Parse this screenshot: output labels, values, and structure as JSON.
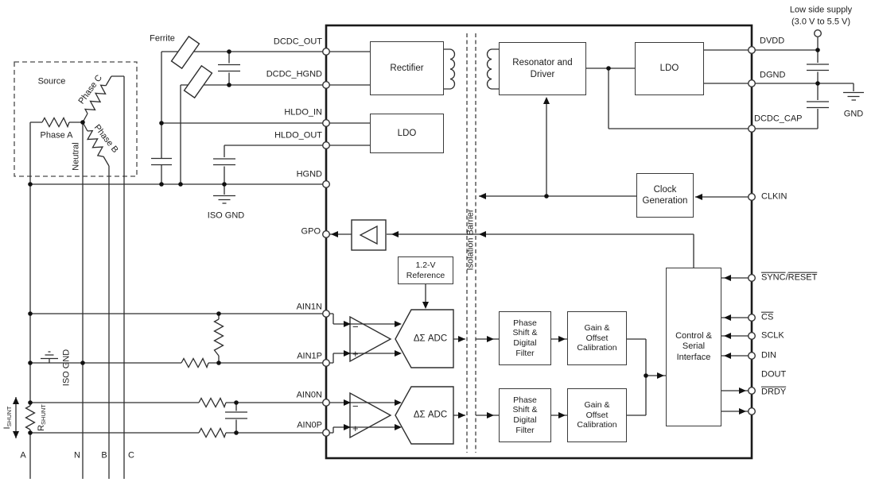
{
  "supply": {
    "line1": "Low side supply",
    "line2": "(3.0 V to 5.5 V)",
    "gnd": "GND"
  },
  "chip": {
    "left_pins": [
      "DCDC_OUT",
      "DCDC_HGND",
      "HLDO_IN",
      "HLDO_OUT",
      "HGND",
      "GPO",
      "AIN1N",
      "AIN1P",
      "AIN0N",
      "AIN0P"
    ],
    "right_pins": {
      "dvdd": "DVDD",
      "dgnd": "DGND",
      "dcdc_cap": "DCDC_CAP",
      "clkin": "CLKIN",
      "sync": "SYNC",
      "sync_sep": "/",
      "reset": "RESET",
      "cs": "CS",
      "sclk": "SCLK",
      "din": "DIN",
      "dout": "DOUT",
      "drdy": "DRDY"
    },
    "blocks": {
      "rectifier": "Rectifier",
      "high_side_ldo": "LDO",
      "resonator": "Resonator and\nDriver",
      "low_side_ldo": "LDO",
      "clock_generation": "Clock\nGeneration",
      "reference": "1.2-V\nReference",
      "adc_ch1": "ΔΣ ADC",
      "adc_ch0": "ΔΣ ADC",
      "phase_filter_ch1": "Phase\nShift &\nDigital\nFilter",
      "phase_filter_ch0": "Phase\nShift &\nDigital\nFilter",
      "calibration_ch1": "Gain &\nOffset\nCalibration",
      "calibration_ch0": "Gain &\nOffset\nCalibration",
      "control_interface": "Control &\nSerial\nInterface"
    },
    "isolation_barrier": "Isolation Barrier",
    "symbols": {
      "minus": "−",
      "plus": "+"
    }
  },
  "source_box": {
    "title": "Source",
    "phase_a": "Phase A",
    "phase_b": "Phase B",
    "phase_c": "Phase C",
    "neutral": "Neutral"
  },
  "external": {
    "ferrite": "Ferrite",
    "iso_gnd_top": "ISO GND",
    "iso_gnd_side": "ISO GND",
    "shunt_current_main": "I",
    "shunt_current_sub": "SHUNT",
    "shunt_resistor_main": "R",
    "shunt_resistor_sub": "SHUNT",
    "bus": [
      "A",
      "N",
      "B",
      "C"
    ]
  }
}
